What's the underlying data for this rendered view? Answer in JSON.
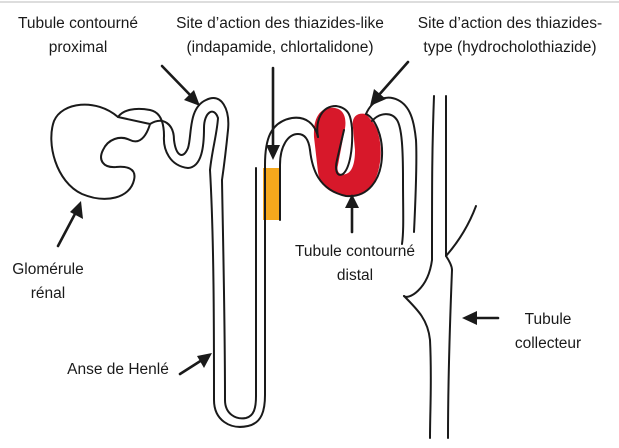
{
  "labels": {
    "proximal_tubule": [
      "Tubule contourné",
      "proximal"
    ],
    "thiazide_like_site": [
      "Site d’action des thiazides-like",
      "(indapamide, chlortalidone)"
    ],
    "thiazide_type_site": [
      "Site d’action des thiazides-",
      "type (hydrocholothiazide)"
    ],
    "glomerulus": [
      "Glomérule",
      "rénal"
    ],
    "distal_tubule": [
      "Tubule contourné",
      "distal"
    ],
    "henle_loop": [
      "Anse de Henlé"
    ],
    "collecting_tubule": [
      "Tubule",
      "collecteur"
    ]
  },
  "colors": {
    "thiazide_like_highlight": "#f5a81c",
    "thiazide_type_highlight": "#d7182a",
    "outline": "#1a1a1a",
    "background": "#ffffff"
  }
}
